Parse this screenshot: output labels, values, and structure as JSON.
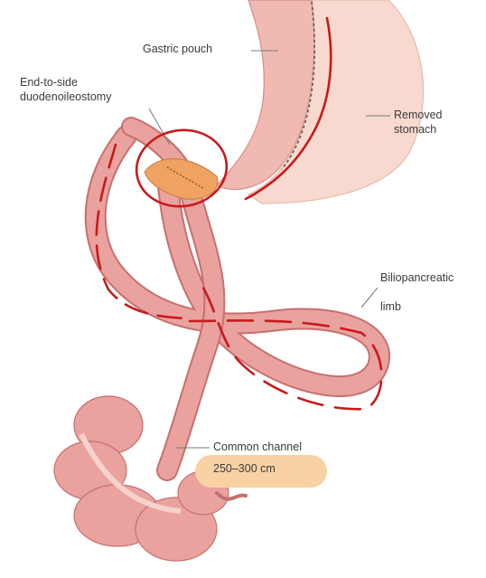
{
  "labels": {
    "gastric_pouch": "Gastric pouch",
    "end_to_side_l1": "End-to-side",
    "end_to_side_l2": "duodenoileostomy",
    "removed_l1": "Removed",
    "removed_l2": "stomach",
    "bilio_l1": "Biliopancreatic",
    "bilio_l2": "limb",
    "common_l1": "Common channel",
    "common_l2": "250–300 cm"
  },
  "colors": {
    "intestine": "#e9a29e",
    "intestine_edge": "#c7706e",
    "stomach": "#f0b9b1",
    "removed_stomach": "#f7d9cf",
    "anastomosis": "#f0a262",
    "annotation_red": "#c81a1a",
    "highlight": "#f9d2a3",
    "leader_line": "#7a7a7a"
  }
}
